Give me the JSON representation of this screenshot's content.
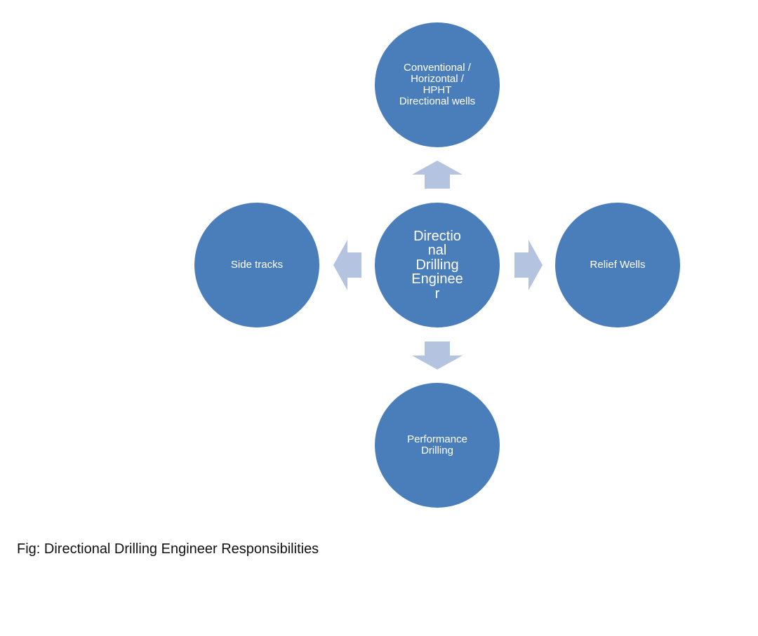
{
  "diagram": {
    "center": {
      "label": "Directio\nnal\nDrilling\nEnginee\nr"
    },
    "top": {
      "label": "Conventional /\nHorizontal /\nHPHT\nDirectional wells"
    },
    "left": {
      "label": "Side tracks"
    },
    "right": {
      "label": "Relief Wells"
    },
    "bottom": {
      "label": "Performance\nDrilling"
    }
  },
  "caption": "Fig: Directional Drilling Engineer Responsibilities",
  "colors": {
    "node_fill": "#4a7ebb",
    "arrow_fill": "#b4c4e0",
    "node_text": "#ffffff",
    "caption_text": "#111111"
  }
}
